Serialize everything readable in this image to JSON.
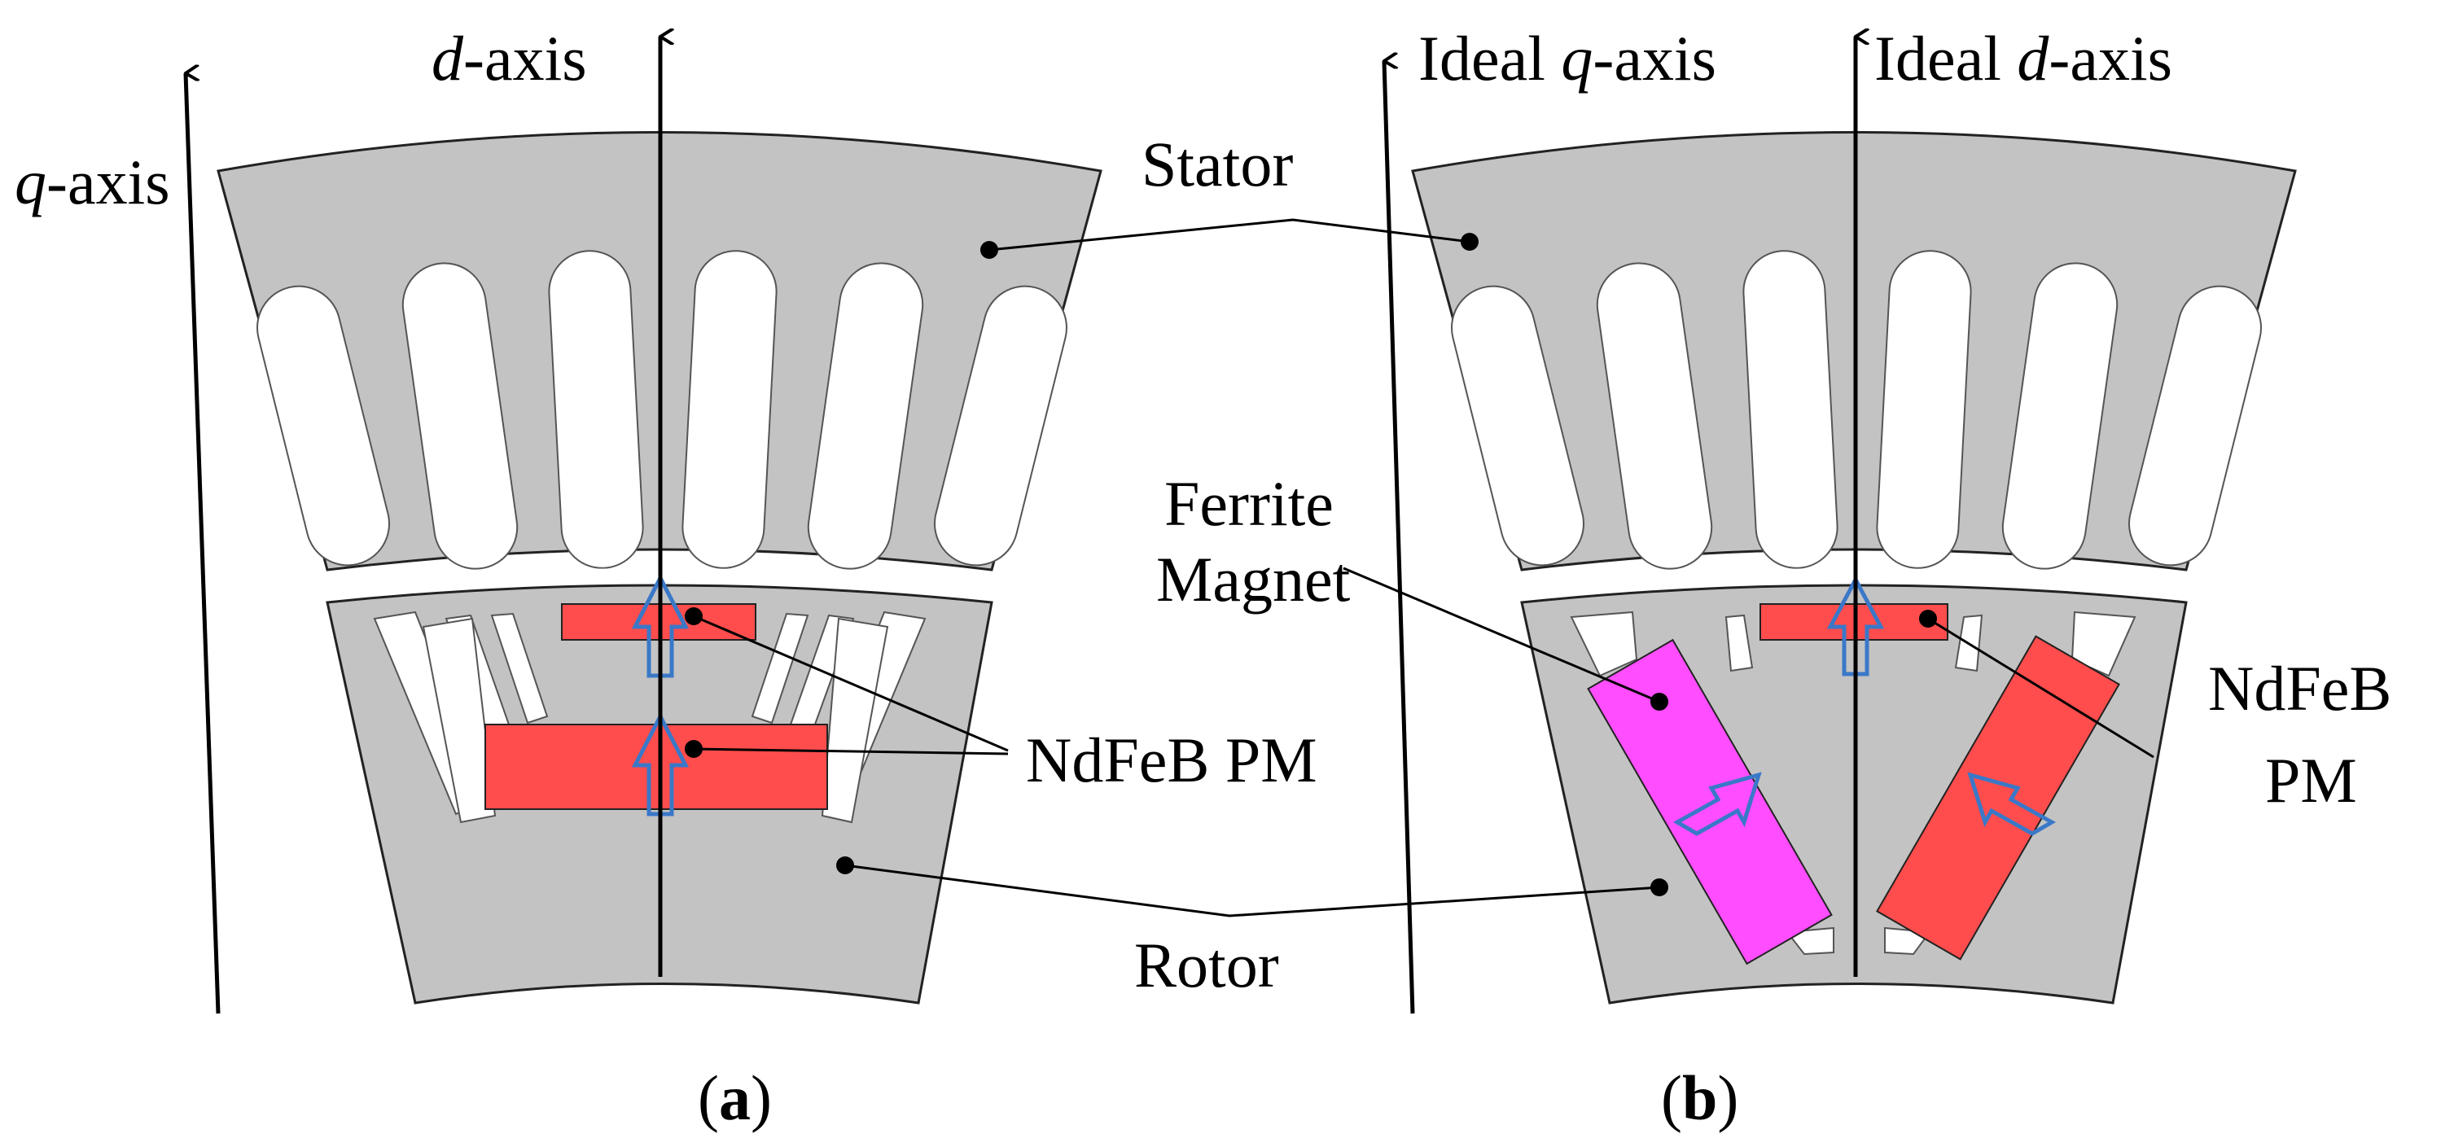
{
  "colors": {
    "iron": "#c3c3c3",
    "ndfeb": "#ff4d4d",
    "ferrite": "#ff4dff",
    "arrow": "#3a78c8",
    "line": "#000000",
    "slot": "#ffffff"
  },
  "panel_a": {
    "caption_open": "(",
    "caption_letter": "a",
    "caption_close": ")",
    "q_axis": {
      "italic": "q",
      "suffix": "-axis"
    },
    "d_axis": {
      "italic": "d",
      "suffix": "-axis"
    },
    "ndfeb_label": "NdFeB PM"
  },
  "panel_b": {
    "caption_open": "(",
    "caption_letter": "b",
    "caption_close": ")",
    "q_axis": {
      "prefix": "Ideal ",
      "italic": "q",
      "suffix": "-axis"
    },
    "d_axis": {
      "prefix": "Ideal ",
      "italic": "d",
      "suffix": "-axis"
    },
    "ndfeb_line1": "NdFeB",
    "ndfeb_line2": "PM",
    "ferrite_line1": "Ferrite",
    "ferrite_line2": "Magnet"
  },
  "stator_label": "Stator",
  "rotor_label": "Rotor"
}
